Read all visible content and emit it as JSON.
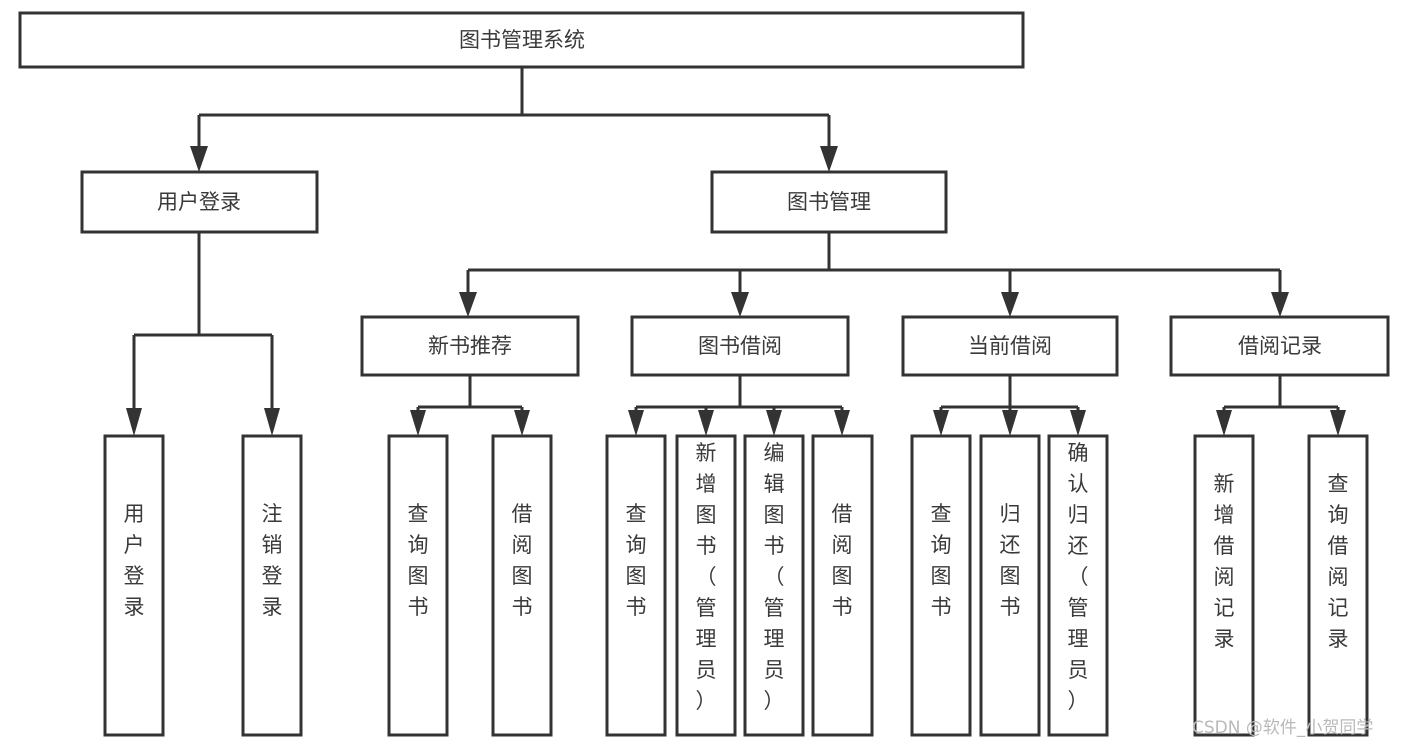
{
  "diagram": {
    "type": "tree-hierarchy",
    "title": "图书管理系统",
    "watermark": "CSDN @软件_小贺同学",
    "colors": {
      "background": "#ffffff",
      "box_stroke": "#333333",
      "box_fill": "#ffffff",
      "text": "#3a3a3a",
      "watermark": "#b9b9b9"
    },
    "levels": {
      "root": {
        "label": "图书管理系统"
      },
      "level1": [
        {
          "label": "用户登录"
        },
        {
          "label": "图书管理"
        }
      ],
      "level2": [
        {
          "label": "新书推荐"
        },
        {
          "label": "图书借阅"
        },
        {
          "label": "当前借阅"
        },
        {
          "label": "借阅记录"
        }
      ],
      "leaves": {
        "user_login": [
          {
            "label": "用户登录"
          },
          {
            "label": "注销登录"
          }
        ],
        "new_book_recommend": [
          {
            "label": "查询图书"
          },
          {
            "label": "借阅图书"
          }
        ],
        "book_borrow": [
          {
            "label": "查询图书"
          },
          {
            "label": "新增图书（管理员）"
          },
          {
            "label": "编辑图书（管理员）"
          },
          {
            "label": "借阅图书"
          }
        ],
        "current_borrow": [
          {
            "label": "查询图书"
          },
          {
            "label": "归还图书"
          },
          {
            "label": "确认归还（管理员）"
          }
        ],
        "borrow_record": [
          {
            "label": "新增借阅记录"
          },
          {
            "label": "查询借阅记录"
          }
        ]
      }
    }
  }
}
